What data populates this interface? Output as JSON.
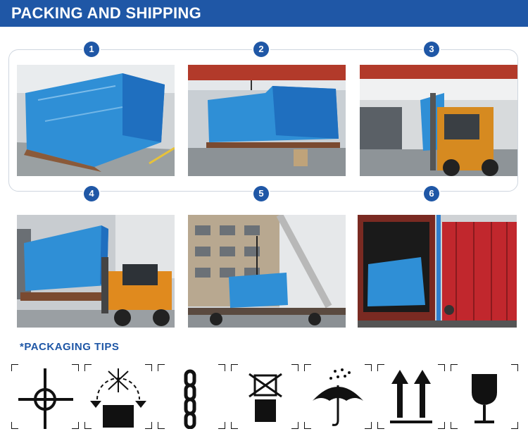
{
  "header": {
    "title": "PACKING AND SHIPPING"
  },
  "steps": [
    {
      "number": "1",
      "icon": "warehouse-wrapped-machine-photo"
    },
    {
      "number": "2",
      "icon": "crane-lifting-photo"
    },
    {
      "number": "3",
      "icon": "forklift-loading-photo"
    },
    {
      "number": "4",
      "icon": "forklift-truck-photo"
    },
    {
      "number": "5",
      "icon": "crane-truck-photo"
    },
    {
      "number": "6",
      "icon": "container-loading-photo"
    }
  ],
  "tips": {
    "title": "*PACKAGING TIPS",
    "icons": [
      "center-of-gravity-icon",
      "clamp-here-icon",
      "sling-here-icon",
      "do-not-stack-icon",
      "keep-dry-icon",
      "this-way-up-icon",
      "fragile-icon"
    ]
  },
  "colors": {
    "brand": "#1f57a6",
    "wrap": "#2f8fd6"
  }
}
